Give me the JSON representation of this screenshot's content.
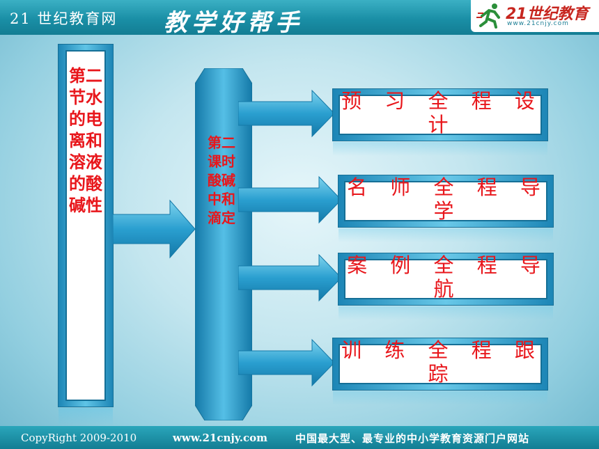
{
  "header": {
    "site_name": "21 世纪教育网",
    "slogan": "教学好帮手",
    "logo_brand": "21世纪教育",
    "logo_url": "www.21cnjy.com"
  },
  "footer": {
    "copyright": "CopyRight 2009-2010",
    "url": "www.21cnjy.com",
    "slogan": "中国最大型、最专业的中小学教育资源门户网站"
  },
  "diagram": {
    "section_title": "第二节水的电离和溶液的酸碱性",
    "lesson_title": "第二课时酸碱中和滴定",
    "items": [
      {
        "label": "预 习 全 程 设 计"
      },
      {
        "label": "名 师 全 程 导 学"
      },
      {
        "label": "案 例 全 程 导 航"
      },
      {
        "label": "训 练 全 程 跟 踪"
      }
    ]
  },
  "colors": {
    "accent_text": "#e8161b",
    "box_blue": "#1d86b6",
    "header_teal": "#1a8fa6"
  }
}
